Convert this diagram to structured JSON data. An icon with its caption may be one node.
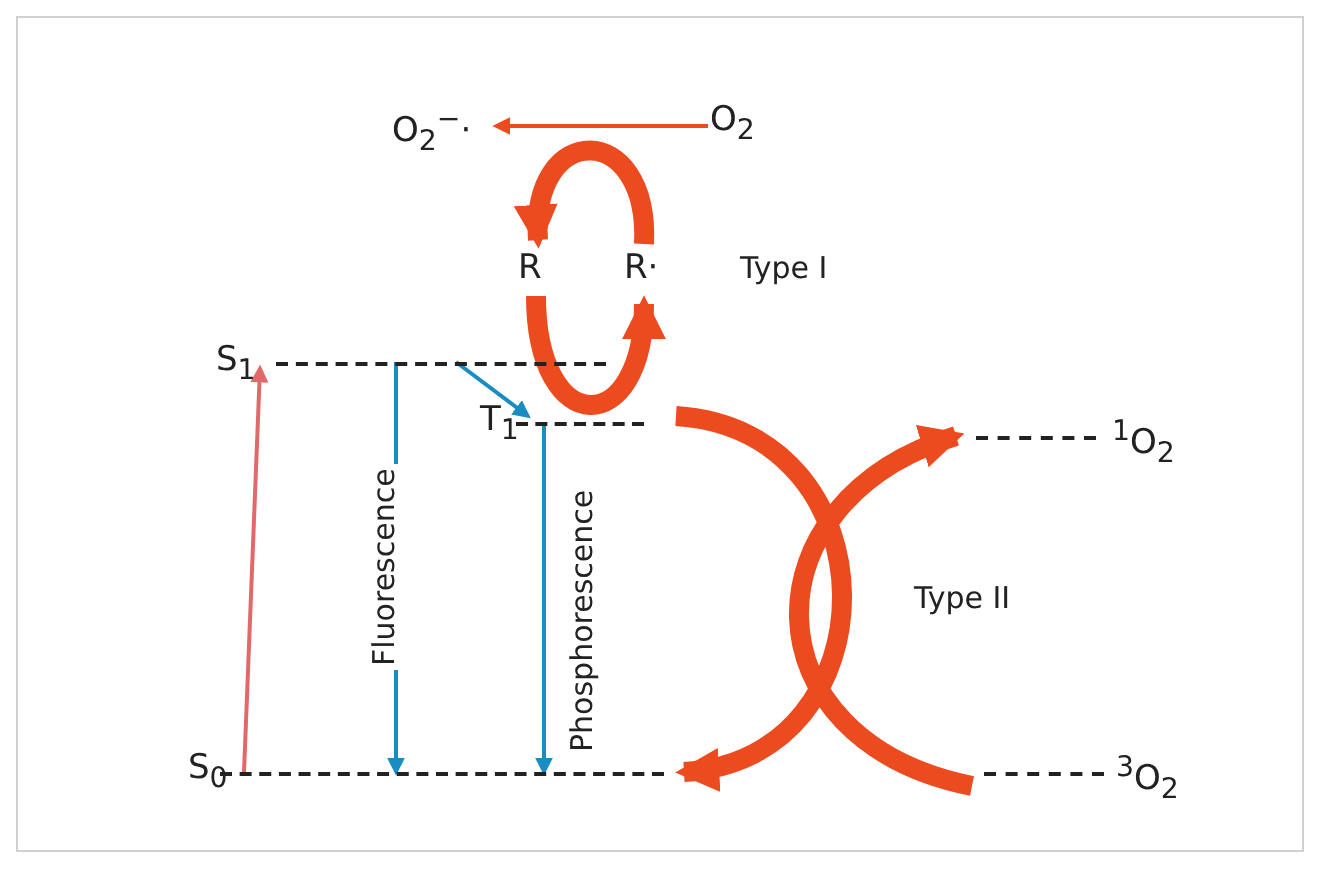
{
  "diagram": {
    "nodes": [
      {
        "text": [
          "O$_{2}$$^{−}$·"
        ]
      },
      {
        "text": [
          "O$_{2}$"
        ]
      },
      {
        "text": [
          "R"
        ]
      },
      {
        "text": [
          "R·"
        ]
      },
      {
        "text": [
          "S$_{1}$"
        ]
      },
      {
        "text": [
          "T$_{1}$"
        ]
      },
      {
        "text": [
          "$^{1}$O$_{2}$"
        ]
      },
      {
        "text": [
          "S$_{0}$"
        ]
      },
      {
        "text": [
          "$^{3}$O$_{2}$"
        ]
      }
    ],
    "edges": [
      {
        "from": 1,
        "to": 0,
        "arrow": "to"
      },
      {
        "from": 3,
        "to": 2,
        "arrow": "to",
        "style": "thick"
      },
      {
        "from": 2,
        "to": 3,
        "arrow": "to",
        "style": "thick"
      },
      {
        "from": 7,
        "to": 4,
        "arrow": "to",
        "color": "#e06a6a"
      },
      {
        "from": 4,
        "to": 7,
        "arrow": "to",
        "label": "Fluorescence",
        "color": "#1a8cc4"
      },
      {
        "from": 4,
        "to": 5,
        "arrow": "to",
        "color": "#1a8cc4"
      },
      {
        "from": 5,
        "to": 7,
        "arrow": "to",
        "label": "Phosphorescence",
        "color": "#1a8cc4"
      },
      {
        "from": 5,
        "to": 7,
        "arrow": "to",
        "style": "thick"
      },
      {
        "from": 8,
        "to": 6,
        "arrow": "to",
        "style": "thick"
      }
    ],
    "labels": [
      "Type I",
      "Type II"
    ]
  }
}
